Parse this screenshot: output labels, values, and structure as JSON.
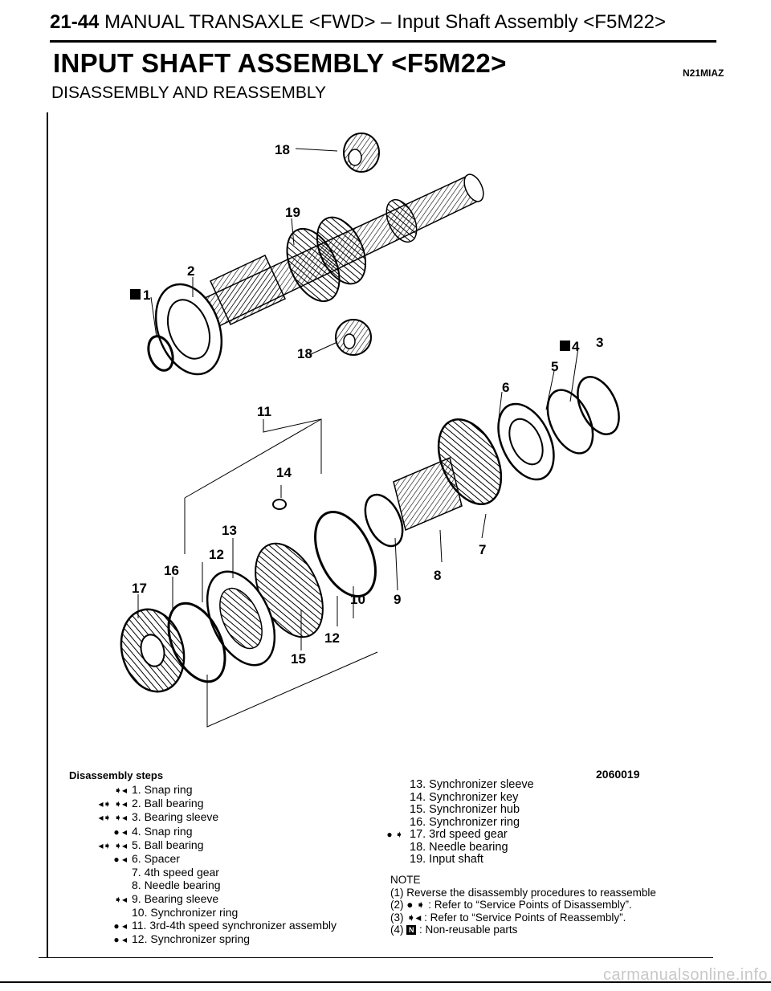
{
  "header": {
    "section_number": "21-44",
    "running_title": "MANUAL TRANSAXLE <FWD> – Input Shaft Assembly <F5M22>"
  },
  "title": "INPUT SHAFT ASSEMBLY <F5M22>",
  "subtitle": "DISASSEMBLY AND REASSEMBLY",
  "page_code": "N21MIAZ",
  "figure_number": "2060019",
  "callouts": [
    "18",
    "19",
    "2",
    "1",
    "18",
    "4",
    "3",
    "5",
    "6",
    "11",
    "14",
    "13",
    "12",
    "16",
    "17",
    "7",
    "8",
    "9",
    "10",
    "12",
    "15"
  ],
  "steps_heading": "Disassembly steps",
  "steps": [
    {
      "marker": "➧◂",
      "text": "1. Snap ring"
    },
    {
      "marker": "◂➧ ➧◂",
      "text": "2. Ball bearing"
    },
    {
      "marker": "◂➧ ➧◂",
      "text": "3. Bearing sleeve"
    },
    {
      "marker": "● ◂",
      "text": "4. Snap ring"
    },
    {
      "marker": "◂➧ ➧◂",
      "text": "5. Ball bearing"
    },
    {
      "marker": "● ◂",
      "text": "6. Spacer"
    },
    {
      "marker": "",
      "text": "7. 4th speed gear"
    },
    {
      "marker": "",
      "text": "8. Needle bearing"
    },
    {
      "marker": "➧◂",
      "text": "9. Bearing sleeve"
    },
    {
      "marker": "",
      "text": "10. Synchronizer ring"
    },
    {
      "marker": "● ◂",
      "text": "11. 3rd-4th speed synchronizer assembly"
    },
    {
      "marker": "● ◂",
      "text": "12. Synchronizer spring"
    }
  ],
  "steps_right": [
    {
      "marker": "",
      "text": "13. Synchronizer sleeve"
    },
    {
      "marker": "",
      "text": "14. Synchronizer key"
    },
    {
      "marker": "",
      "text": "15. Synchronizer hub"
    },
    {
      "marker": "",
      "text": "16. Synchronizer ring"
    },
    {
      "marker": "● ➧",
      "text": "17. 3rd speed gear"
    },
    {
      "marker": "",
      "text": "18. Needle bearing"
    },
    {
      "marker": "",
      "text": "19. Input shaft"
    }
  ],
  "note": {
    "heading": "NOTE",
    "items": [
      "(1) Reverse the disassembly procedures to reassemble",
      "(2) ● ➧ : Refer to “Service Points of Disassembly”.",
      "(3) ➧◂ : Refer to “Service Points of Reassembly”.",
      "(4)",
      ": Non-reusable parts"
    ],
    "box_label": "N"
  },
  "watermark": "carmanualsonline.info"
}
